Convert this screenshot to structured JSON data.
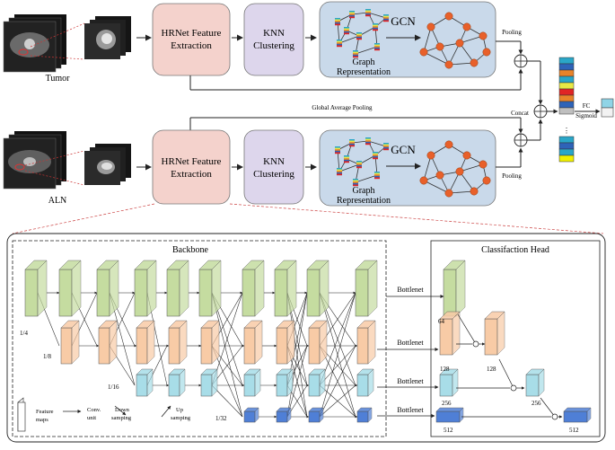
{
  "pipeline": {
    "top_input_label": "Tumor",
    "bottom_input_label": "ALN",
    "hrnet_label_line1": "HRNet Feature",
    "hrnet_label_line2": "Extraction",
    "knn_label_line1": "KNN",
    "knn_label_line2": "Clustering",
    "gcn_label": "GCN",
    "graph_label_line1": "Graph",
    "graph_label_line2": "Representation",
    "pooling_label": "Pooling",
    "global_pool_label": "Global Average Pooling",
    "concat_label": "Concat",
    "fc_label": "FC",
    "sigmoid_label": "Sigmoid",
    "feature_colors": [
      "#2aa6c8",
      "#2e63b8",
      "#e8832a",
      "#2aa6c8",
      "#e8e845",
      "#e02525",
      "#e8832a",
      "#2e63b8",
      "#bfbfbf",
      "#2aa6c8",
      "#2e63b8",
      "#2aa6c8",
      "#f0f000"
    ],
    "colors": {
      "hrnet_fill": "#f4d2cc",
      "knn_fill": "#ddd6ec",
      "gcn_fill": "#c9d9ea",
      "node": "#e8602a"
    }
  },
  "detail": {
    "backbone_title": "Backbone",
    "head_title": "Classifaction Head",
    "scale_labels": [
      "1/4",
      "1/8",
      "1/16",
      "1/32"
    ],
    "bottlenet_label": "Bottlenet",
    "head_channels": [
      "64",
      "128",
      "128",
      "256",
      "256",
      "512",
      "512"
    ],
    "legend": {
      "feature_maps_line1": "Feature",
      "feature_maps_line2": "maps",
      "conv_line1": "Conv.",
      "conv_line2": "unit",
      "down_line1": "Down",
      "down_line2": "samping",
      "up_line1": "Up",
      "up_line2": "samping"
    },
    "colors": {
      "green": "#c5dca0",
      "orange": "#f8cba6",
      "cyan": "#a8dde8",
      "blue": "#4f7fd6"
    }
  }
}
